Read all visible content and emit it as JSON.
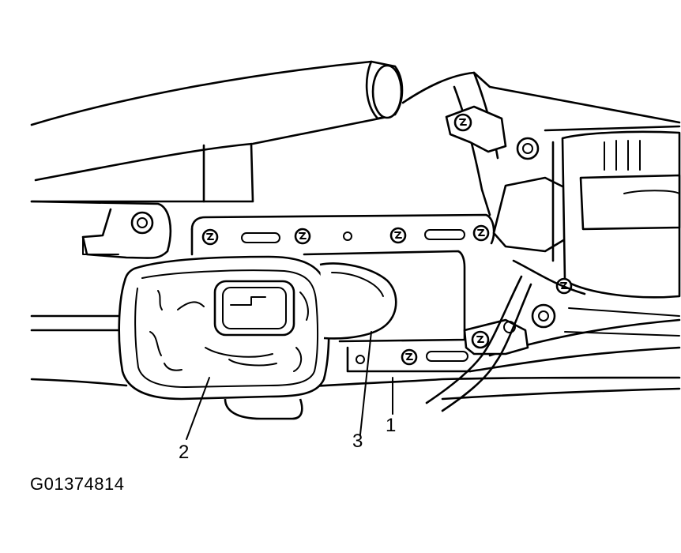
{
  "callouts": {
    "c1": "1",
    "c2": "2",
    "c3": "3"
  },
  "figure_id": "G01374814"
}
